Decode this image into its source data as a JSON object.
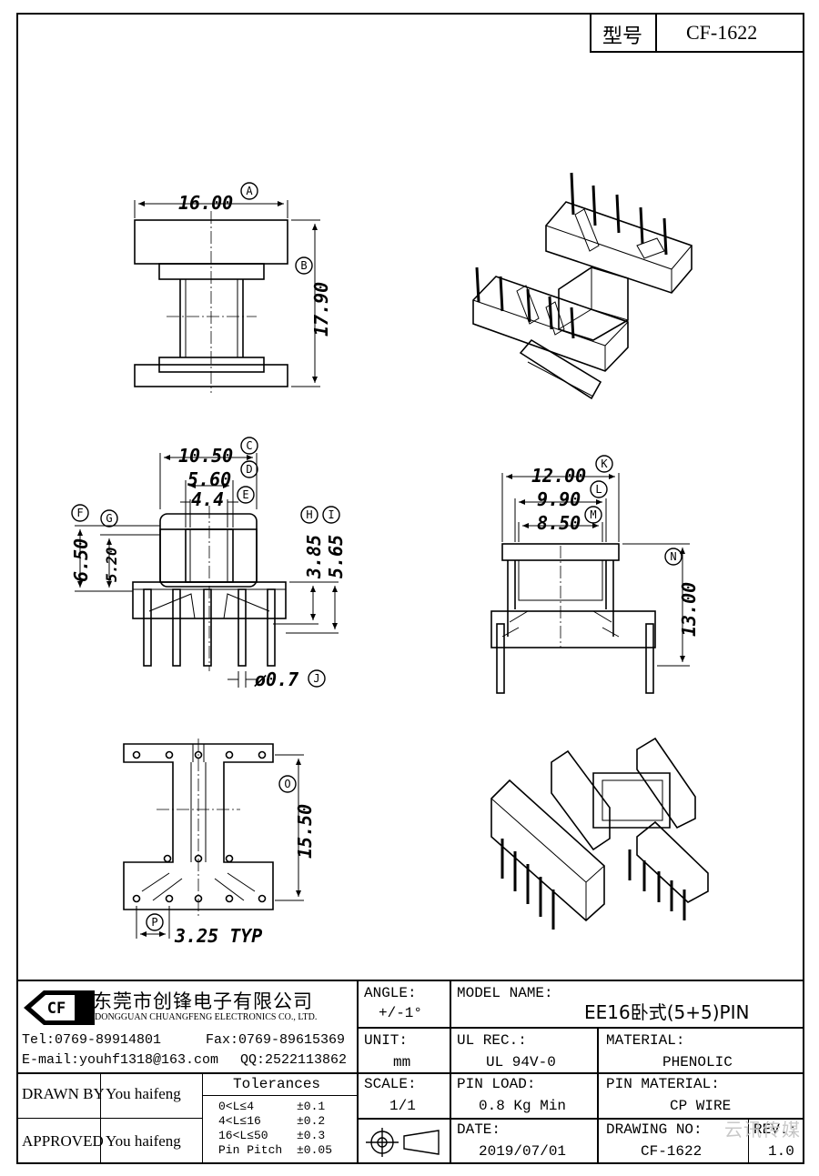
{
  "header": {
    "model_label": "型号",
    "model_code": "CF-1622"
  },
  "drawing": {
    "top_view": {
      "dim_a": "16.00",
      "tag_a": "A",
      "dim_b": "17.90",
      "tag_b": "B"
    },
    "front_view": {
      "dim_c": "10.50",
      "tag_c": "C",
      "dim_d": "5.60",
      "tag_d": "D",
      "dim_e": "4.4",
      "tag_e": "E",
      "dim_f": "6.50",
      "tag_f": "F",
      "dim_g": "5.20",
      "tag_g": "G",
      "dim_h": "3.85",
      "tag_h": "H",
      "dim_i": "5.65",
      "tag_i": "I",
      "dim_j": "ø0.7",
      "tag_j": "J"
    },
    "side_view": {
      "dim_k": "12.00",
      "tag_k": "K",
      "dim_l": "9.90",
      "tag_l": "L",
      "dim_m": "8.50",
      "tag_m": "M",
      "dim_n": "13.00",
      "tag_n": "N"
    },
    "bottom_view": {
      "dim_o": "15.50",
      "tag_o": "O",
      "dim_p": "3.25 TYP",
      "tag_p": "P"
    }
  },
  "title_block": {
    "company_cn": "东莞市创锋电子有限公司",
    "company_en": "DONGGUAN CHUANGFENG ELECTRONICS CO., LTD.",
    "logo_text": "CF",
    "tel": "Tel:0769-89914801",
    "fax": "Fax:0769-89615369",
    "email": "E-mail:youhf1318@163.com",
    "qq": "QQ:2522113862",
    "angle_label": "ANGLE:",
    "angle_value": "+/-1°",
    "model_name_label": "MODEL NAME:",
    "model_name_value": "EE16卧式(5+5)PIN",
    "unit_label": "UNIT:",
    "unit_value": "mm",
    "ul_label": "UL REC.:",
    "ul_value": "UL 94V-0",
    "material_label": "MATERIAL:",
    "material_value": "PHENOLIC",
    "drawn_by_label": "DRAWN BY",
    "drawn_by_value": "You haifeng",
    "tolerances_label": "Tolerances",
    "tolerances": [
      {
        "range": "0<L≤4",
        "value": "±0.1"
      },
      {
        "range": "4<L≤16",
        "value": "±0.2"
      },
      {
        "range": "16<L≤50",
        "value": "±0.3"
      },
      {
        "range": "Pin Pitch",
        "value": "±0.05"
      }
    ],
    "scale_label": "SCALE:",
    "scale_value": "1/1",
    "pin_load_label": "PIN LOAD:",
    "pin_load_value": "0.8 Kg Min",
    "pin_material_label": "PIN MATERIAL:",
    "pin_material_value": "CP WIRE",
    "approved_label": "APPROVED",
    "approved_value": "You haifeng",
    "date_label": "DATE:",
    "date_value": "2019/07/01",
    "drawing_no_label": "DRAWING NO:",
    "drawing_no_value": "CF-1622",
    "rev_label": "REV.:",
    "rev_value": "1.0"
  },
  "watermark": "云讯传媒"
}
